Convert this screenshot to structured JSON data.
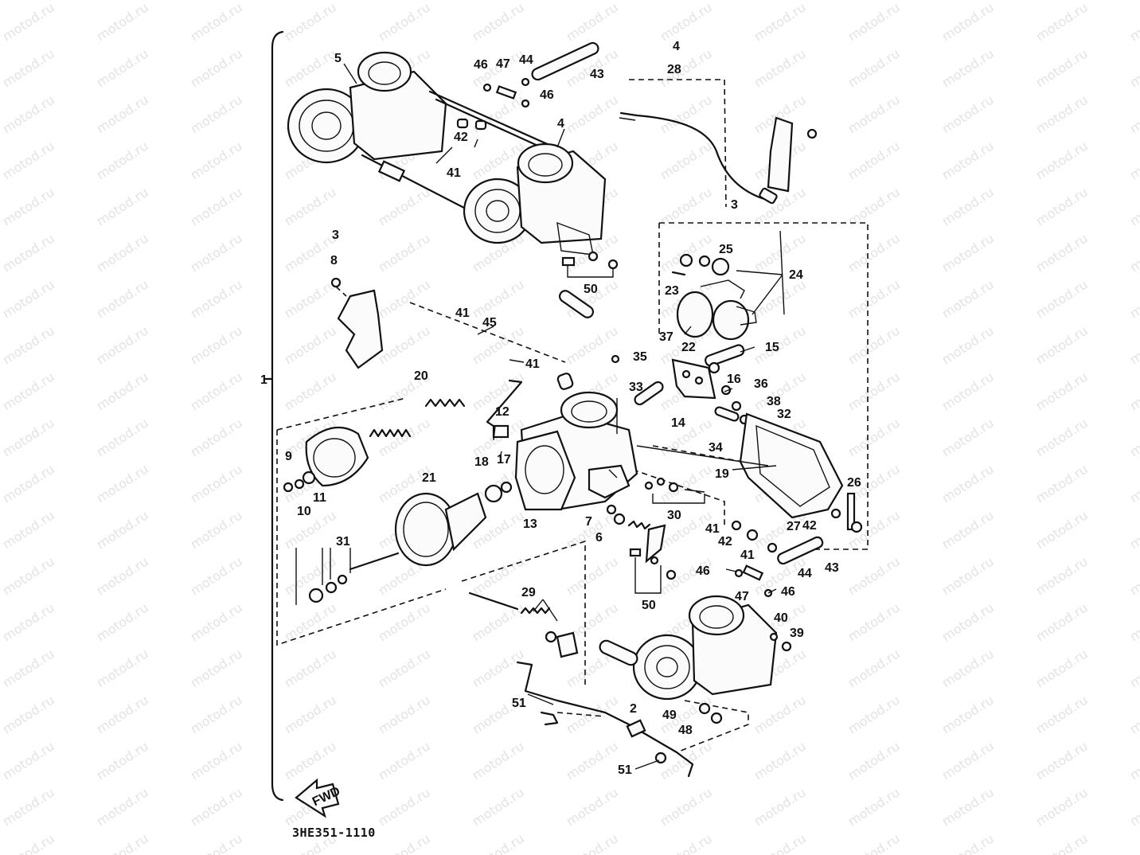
{
  "diagram": {
    "code": "3HE351-1110",
    "front_marker": "FWD",
    "assembly_label": "1",
    "watermark_text": "motod.ru",
    "callouts": [
      "1",
      "2",
      "3",
      "3",
      "4",
      "4",
      "5",
      "6",
      "7",
      "8",
      "9",
      "10",
      "11",
      "12",
      "13",
      "14",
      "15",
      "16",
      "17",
      "18",
      "19",
      "20",
      "21",
      "22",
      "23",
      "24",
      "25",
      "26",
      "27",
      "28",
      "29",
      "30",
      "31",
      "32",
      "33",
      "34",
      "35",
      "36",
      "37",
      "38",
      "39",
      "40",
      "41",
      "41",
      "41",
      "41",
      "41",
      "42",
      "42",
      "42",
      "43",
      "43",
      "44",
      "44",
      "45",
      "46",
      "46",
      "46",
      "46",
      "47",
      "47",
      "48",
      "49",
      "50",
      "50",
      "51",
      "51"
    ]
  }
}
